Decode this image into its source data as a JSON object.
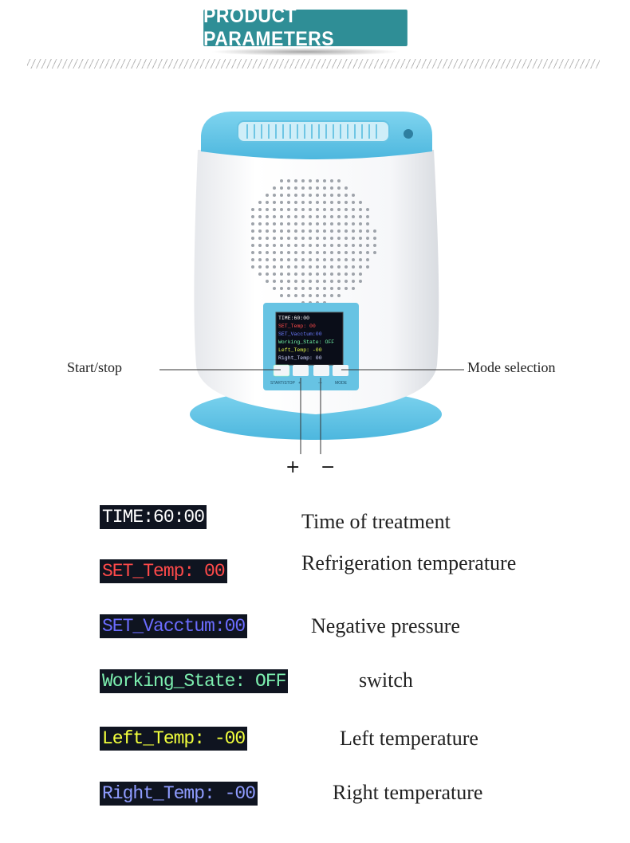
{
  "header": {
    "title": "PRODUCT PARAMETERS"
  },
  "device": {
    "screen_lines": [
      {
        "text": "TIME:60:00",
        "color": "#ffffff"
      },
      {
        "text": "SET_Temp: 00",
        "color": "#ff4a4a"
      },
      {
        "text": "SET_Vacctum:00",
        "color": "#6c7cff"
      },
      {
        "text": "Working_State: OFF",
        "color": "#72f5a8"
      },
      {
        "text": "Left_Temp: -00",
        "color": "#e8ff4a"
      },
      {
        "text": "Right_Temp: 00",
        "color": "#cfd4ff"
      }
    ],
    "button_labels": [
      "START/STOP",
      "+",
      "—",
      "MODE"
    ],
    "colors": {
      "accent": "#5ec4e6",
      "body": "#f4f5f7"
    }
  },
  "callouts": {
    "start_stop": "Start/stop",
    "mode_selection": "Mode selection",
    "plus": "+",
    "minus": "−"
  },
  "legend": [
    {
      "lcd_text": "TIME:60:00",
      "lcd_color": "#ffffff",
      "description": "Time of treatment"
    },
    {
      "lcd_text": "SET_Temp: 00",
      "lcd_color": "#ff4a4a",
      "description": "Refrigeration temperature"
    },
    {
      "lcd_text": "SET_Vacctum:00",
      "lcd_color": "#6b6cff",
      "description": "Negative pressure"
    },
    {
      "lcd_text": "Working_State:  OFF",
      "lcd_color": "#7df0b0",
      "description": "switch"
    },
    {
      "lcd_text": "Left_Temp: -00",
      "lcd_color": "#f2ff3c",
      "description": "Left temperature"
    },
    {
      "lcd_text": "Right_Temp: -00",
      "lcd_color": "#8f9cff",
      "description": "Right temperature"
    }
  ]
}
